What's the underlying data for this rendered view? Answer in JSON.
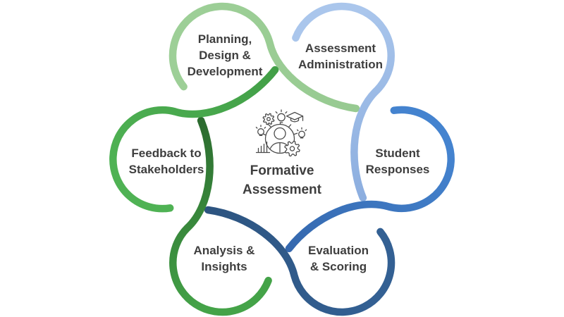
{
  "diagram": {
    "background_color": "#FFFFFF",
    "text_color": "#3E3E3E",
    "icon_stroke_color": "#4B4B4B",
    "center": {
      "title_lines": [
        "Formative",
        "Assessment"
      ],
      "icon": "learner-with-ideas-icon",
      "icon_elements": [
        "gear-icon",
        "lightbulb-icon",
        "graduation-cap-icon",
        "person-in-circle-icon",
        "small-lightbulb-icon",
        "bar-chart-icon"
      ]
    },
    "petals": [
      {
        "id": "planning",
        "label_lines": [
          "Planning,",
          "Design &",
          "Development"
        ],
        "color_start": "#9DCF97",
        "color_end": "#97CA91"
      },
      {
        "id": "administration",
        "label_lines": [
          "Assessment",
          "Administration"
        ],
        "color_start": "#AAC6EC",
        "color_end": "#8CAEDF"
      },
      {
        "id": "responses",
        "label_lines": [
          "Student",
          "Responses"
        ],
        "color_start": "#4483CF",
        "color_end": "#3568AE"
      },
      {
        "id": "evaluation",
        "label_lines": [
          "Evaluation",
          "& Scoring"
        ],
        "color_start": "#336093",
        "color_end": "#2D5480"
      },
      {
        "id": "analysis",
        "label_lines": [
          "Analysis &",
          "Insights"
        ],
        "color_start": "#44A348",
        "color_end": "#2C6B2F"
      },
      {
        "id": "feedback",
        "label_lines": [
          "Feedback to",
          "Stakeholders"
        ],
        "color_start": "#4FB254",
        "color_end": "#429F47"
      }
    ]
  }
}
